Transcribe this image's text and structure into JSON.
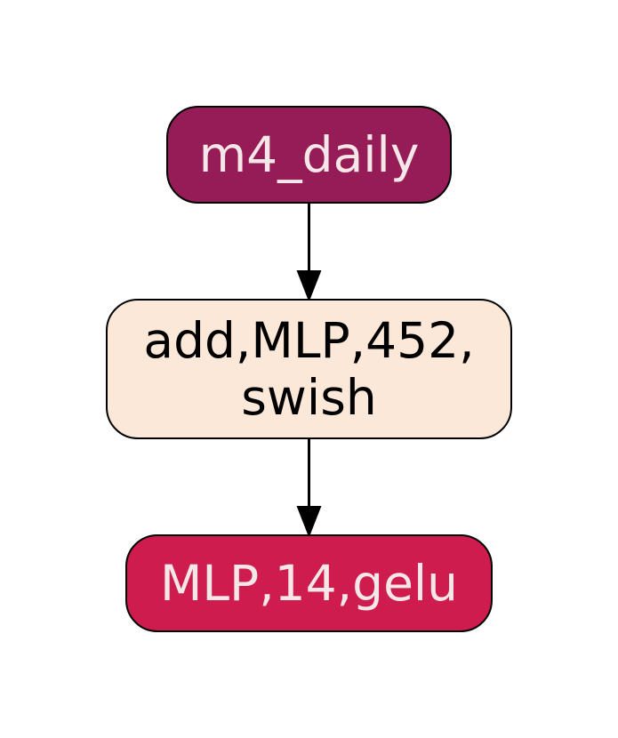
{
  "diagram": {
    "nodes": [
      {
        "id": "m4_daily",
        "lines": [
          "m4_daily"
        ],
        "fill": "#961C58",
        "text_color": "#F5E6E8"
      },
      {
        "id": "add_mlp",
        "lines": [
          "add,MLP,452,",
          "swish"
        ],
        "fill": "#FBE8D8",
        "text_color": "#000000"
      },
      {
        "id": "mlp_gelu",
        "lines": [
          "MLP,14,gelu"
        ],
        "fill": "#CE1C4E",
        "text_color": "#F5E6E8"
      }
    ],
    "edges": [
      {
        "from": "m4_daily",
        "to": "add_mlp"
      },
      {
        "from": "add_mlp",
        "to": "mlp_gelu"
      }
    ]
  }
}
